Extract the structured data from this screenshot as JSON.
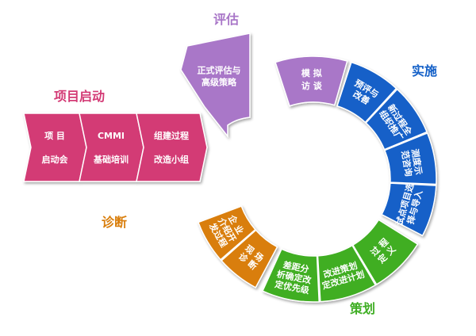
{
  "colors": {
    "pink": "#d33a75",
    "purple": "#a977c8",
    "blue": "#1561c8",
    "green": "#3fae24",
    "orange": "#d97e0c"
  },
  "phases": {
    "start": "项目启动",
    "evaluate": "评估",
    "implement": "实施",
    "diagnose": "诊断",
    "plan": "策划"
  },
  "start_boxes": [
    {
      "lines": [
        "项 目",
        "启动会"
      ]
    },
    {
      "lines": [
        "CMMI",
        "基础培训"
      ]
    },
    {
      "lines": [
        "组建过程",
        "改造小组"
      ]
    }
  ],
  "ring": {
    "purple": [
      {
        "lines": [
          "正式评估与",
          "高级策略"
        ]
      },
      {
        "lines": [
          "模 拟",
          "访 谈"
        ]
      }
    ],
    "blue": [
      {
        "lines": [
          "预评与",
          "改善"
        ]
      },
      {
        "lines": [
          "新过程全",
          "组织推广"
        ]
      },
      {
        "lines": [
          "测度示",
          "范咨询"
        ]
      },
      {
        "lines": [
          "试点项目选",
          "择与导入"
        ]
      }
    ],
    "green": [
      {
        "lines": [
          "过 程",
          "定 义"
        ]
      },
      {
        "lines": [
          "改进策划",
          "定改进计划"
        ]
      },
      {
        "lines": [
          "差距分",
          "析确定改",
          "定优先级"
        ]
      }
    ],
    "orange": [
      {
        "lines": [
          "现 场",
          "诊 断"
        ]
      },
      {
        "lines": [
          "企 业",
          "介绍开",
          "发过程"
        ]
      }
    ]
  }
}
